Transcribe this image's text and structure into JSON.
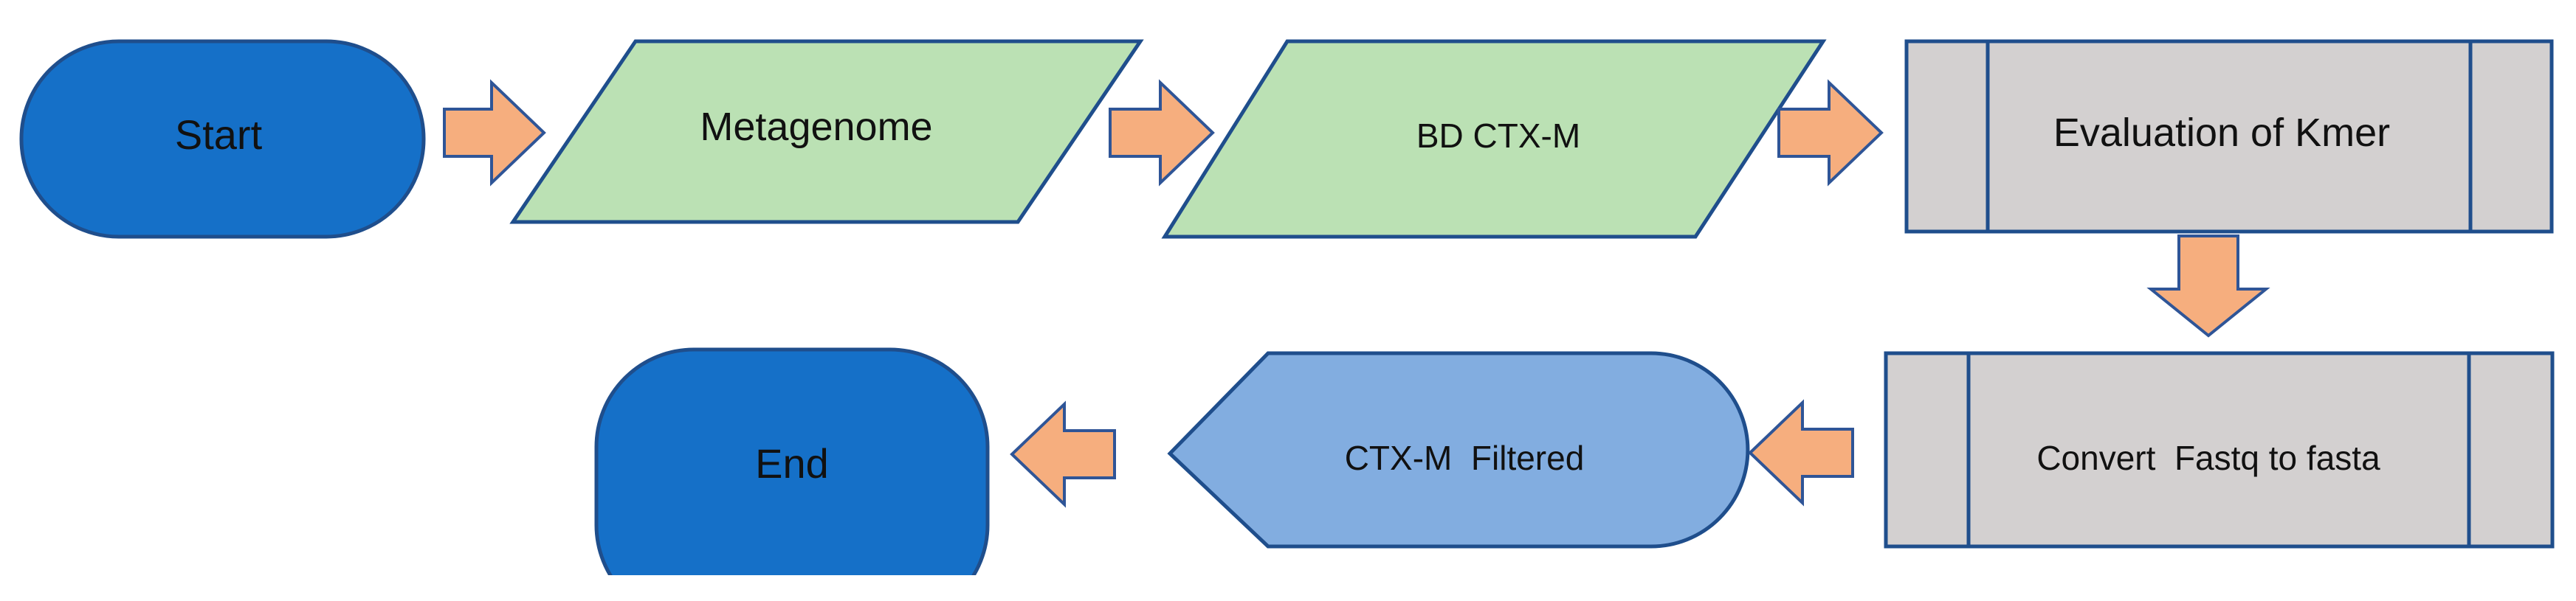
{
  "nodes": {
    "start": {
      "label": "Start",
      "shape": "terminal",
      "color": "#1570C8"
    },
    "metagenome": {
      "label": "Metagenome",
      "shape": "data-parallelogram",
      "color": "#BBE1B4"
    },
    "bd_ctxm": {
      "label": "BD CTX-M",
      "shape": "data-parallelogram",
      "color": "#BBE1B4"
    },
    "evaluation_kmer": {
      "label": "Evaluation of Kmer",
      "shape": "predefined-process",
      "color": "#D3D0D0"
    },
    "convert_fastq": {
      "label": "Convert  Fastq to fasta",
      "shape": "predefined-process",
      "color": "#D3D0D0"
    },
    "ctxm_filtered": {
      "label": "CTX-M  Filtered",
      "shape": "display",
      "color": "#82ADE0"
    },
    "end": {
      "label": "End",
      "shape": "terminal",
      "color": "#1570C8"
    }
  },
  "edges": [
    {
      "from": "start",
      "to": "metagenome",
      "direction": "right"
    },
    {
      "from": "metagenome",
      "to": "bd_ctxm",
      "direction": "right"
    },
    {
      "from": "bd_ctxm",
      "to": "evaluation_kmer",
      "direction": "right"
    },
    {
      "from": "evaluation_kmer",
      "to": "convert_fastq",
      "direction": "down"
    },
    {
      "from": "convert_fastq",
      "to": "ctxm_filtered",
      "direction": "left"
    },
    {
      "from": "ctxm_filtered",
      "to": "end",
      "direction": "left"
    }
  ],
  "colors": {
    "outline": "#1F4E8C",
    "arrow_fill": "#F6AE7E",
    "arrow_stroke": "#2F5597"
  }
}
